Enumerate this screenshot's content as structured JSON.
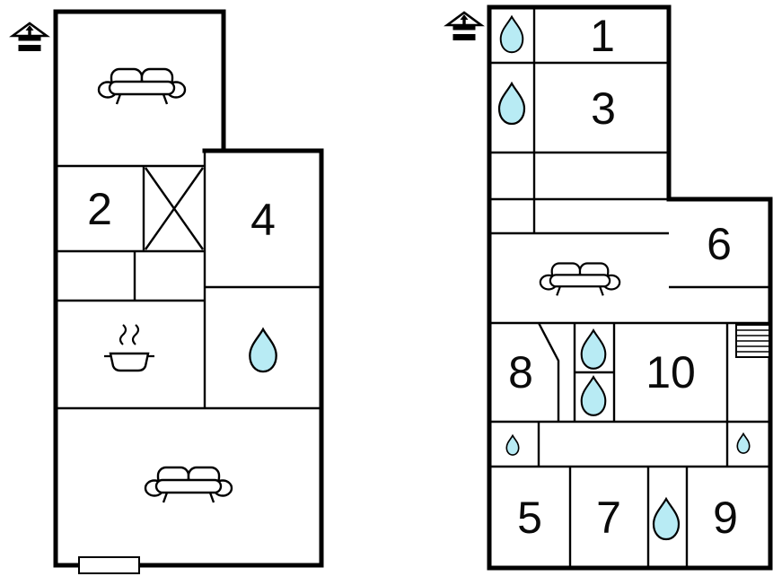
{
  "diagram_type": "holiday-home-floor-plan",
  "colors": {
    "wall": "#000000",
    "background": "#ffffff",
    "drop_fill": "#b8ebf4"
  },
  "left_unit": {
    "rooms": {
      "room2": "2",
      "room4": "4"
    },
    "icons": [
      "entrance-house",
      "sofa",
      "crossed-square",
      "stove",
      "water-drop",
      "sofa",
      "window-opening"
    ]
  },
  "right_unit": {
    "rooms": {
      "room1": "1",
      "room3": "3",
      "room5": "5",
      "room6": "6",
      "room7": "7",
      "room8": "8",
      "room9": "9",
      "room10": "10"
    },
    "icons": [
      "entrance-house",
      "water-drop",
      "water-drop",
      "sofa",
      "water-drop",
      "water-drop",
      "radiator",
      "water-drop-small",
      "water-drop-small",
      "water-drop"
    ]
  }
}
